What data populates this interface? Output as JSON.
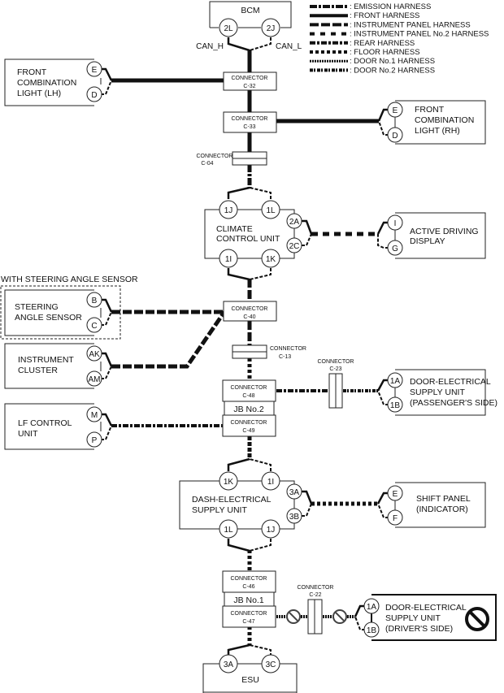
{
  "legend": [
    {
      "id": "emission",
      "label": ": EMISSION HARNESS",
      "dash": "9 2 3 2"
    },
    {
      "id": "front",
      "label": ": FRONT HARNESS",
      "dash": ""
    },
    {
      "id": "ip",
      "label": ": INSTRUMENT PANEL HARNESS",
      "dash": "11 3"
    },
    {
      "id": "ip2",
      "label": ": INSTRUMENT PANEL No.2 HARNESS",
      "dash": "6 7"
    },
    {
      "id": "rear",
      "label": ": REAR HARNESS",
      "dash": "7 2 3 2"
    },
    {
      "id": "floor",
      "label": ": FLOOR HARNESS",
      "dash": "4 3"
    },
    {
      "id": "door1",
      "label": ": DOOR No.1 HARNESS",
      "dash": "2 1"
    },
    {
      "id": "door2",
      "label": ": DOOR No.2 HARNESS",
      "dash": "4 1 2 2"
    }
  ],
  "modules": {
    "bcm": {
      "name": "BCM",
      "pins": [
        "2L",
        "2J"
      ],
      "wires": [
        "CAN_H",
        "CAN_L"
      ]
    },
    "fcl_lh": {
      "lines": [
        "FRONT",
        "COMBINATION",
        "LIGHT (LH)"
      ],
      "pins": [
        "E",
        "D"
      ]
    },
    "fcl_rh": {
      "lines": [
        "FRONT",
        "COMBINATION",
        "LIGHT (RH)"
      ],
      "pins": [
        "E",
        "D"
      ]
    },
    "climate": {
      "lines": [
        "CLIMATE",
        "CONTROL UNIT"
      ],
      "pins_top": [
        "1J",
        "1L"
      ],
      "pins_bottom": [
        "1I",
        "1K"
      ],
      "pins_side": [
        "2A",
        "2C"
      ]
    },
    "add": {
      "lines": [
        "ACTIVE DRIVING",
        "DISPLAY"
      ],
      "pins": [
        "I",
        "G"
      ]
    },
    "sas_group": {
      "label": "WITH STEERING ANGLE SENSOR"
    },
    "sas": {
      "lines": [
        "STEERING",
        "ANGLE SENSOR"
      ],
      "pins": [
        "B",
        "C"
      ]
    },
    "ic": {
      "lines": [
        "INSTRUMENT",
        "CLUSTER"
      ],
      "pins": [
        "AK",
        "AM"
      ]
    },
    "desu_pass": {
      "lines": [
        "DOOR-ELECTRICAL",
        "SUPPLY UNIT",
        "(PASSENGER'S SIDE)"
      ],
      "pins": [
        "1A",
        "1B"
      ]
    },
    "lf": {
      "lines": [
        "LF CONTROL",
        "UNIT"
      ],
      "pins": [
        "M",
        "P"
      ]
    },
    "dash": {
      "lines": [
        "DASH-ELECTRICAL",
        "SUPPLY UNIT"
      ],
      "pins_top": [
        "1K",
        "1I"
      ],
      "pins_bottom": [
        "1L",
        "1J"
      ],
      "pins_side": [
        "3A",
        "3B"
      ]
    },
    "shift": {
      "lines": [
        "SHIFT PANEL",
        "(INDICATOR)"
      ],
      "pins": [
        "E",
        "F"
      ]
    },
    "desu_drv": {
      "lines": [
        "DOOR-ELECTRICAL",
        "SUPPLY UNIT",
        "(DRIVER'S SIDE)"
      ],
      "pins": [
        "1A",
        "1B"
      ],
      "status": "not-applicable"
    },
    "esu": {
      "name": "ESU",
      "pins": [
        "3A",
        "3C"
      ]
    }
  },
  "connectors": {
    "word": "CONNECTOR",
    "c32": "C-32",
    "c33": "C-33",
    "c04": "C-04",
    "c40": "C-40",
    "c13": "C-13",
    "c23": "C-23",
    "c48": "C-48",
    "c49": "C-49",
    "c46": "C-46",
    "c47": "C-47",
    "c22": "C-22"
  },
  "junction_boxes": {
    "jb2": "JB No.2",
    "jb1": "JB No.1"
  }
}
